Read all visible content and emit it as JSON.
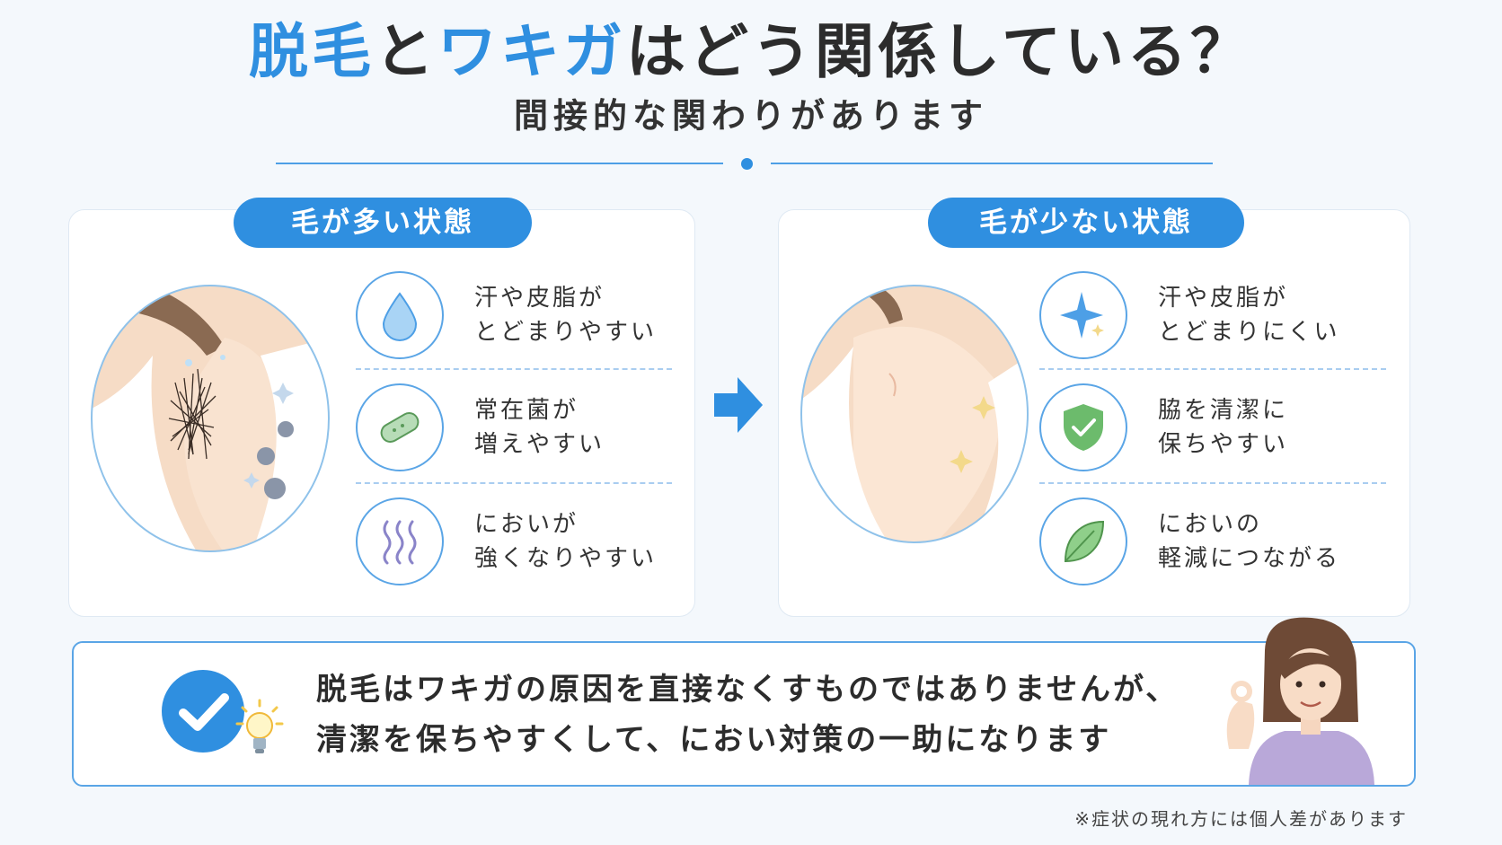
{
  "header": {
    "title_part1": "脱毛",
    "title_part2": "と",
    "title_part3": "ワキガ",
    "title_part4": "はどう関係している？",
    "subtitle": "間接的な関わりがあります"
  },
  "colors": {
    "accent": "#2f8fe0",
    "text": "#2c2c2c",
    "background": "#f4f8fc"
  },
  "left_panel": {
    "label": "毛が多い状態",
    "items": [
      {
        "icon": "water-drop-icon",
        "line1": "汗や皮脂が",
        "line2": "とどまりやすい"
      },
      {
        "icon": "bacteria-icon",
        "line1": "常在菌が",
        "line2": "増えやすい"
      },
      {
        "icon": "odor-waves-icon",
        "line1": "においが",
        "line2": "強くなりやすい"
      }
    ]
  },
  "right_panel": {
    "label": "毛が少ない状態",
    "items": [
      {
        "icon": "sparkle-icon",
        "line1": "汗や皮脂が",
        "line2": "とどまりにくい"
      },
      {
        "icon": "shield-check-icon",
        "line1": "脇を清潔に",
        "line2": "保ちやすい"
      },
      {
        "icon": "leaf-icon",
        "line1": "においの",
        "line2": "軽減につながる"
      }
    ]
  },
  "summary": {
    "line1": "脱毛はワキガの原因を直接なくすものではありませんが、",
    "line2": "清潔を保ちやすくして、におい対策の一助になります"
  },
  "footnote": "※症状の現れ方には個人差があります"
}
